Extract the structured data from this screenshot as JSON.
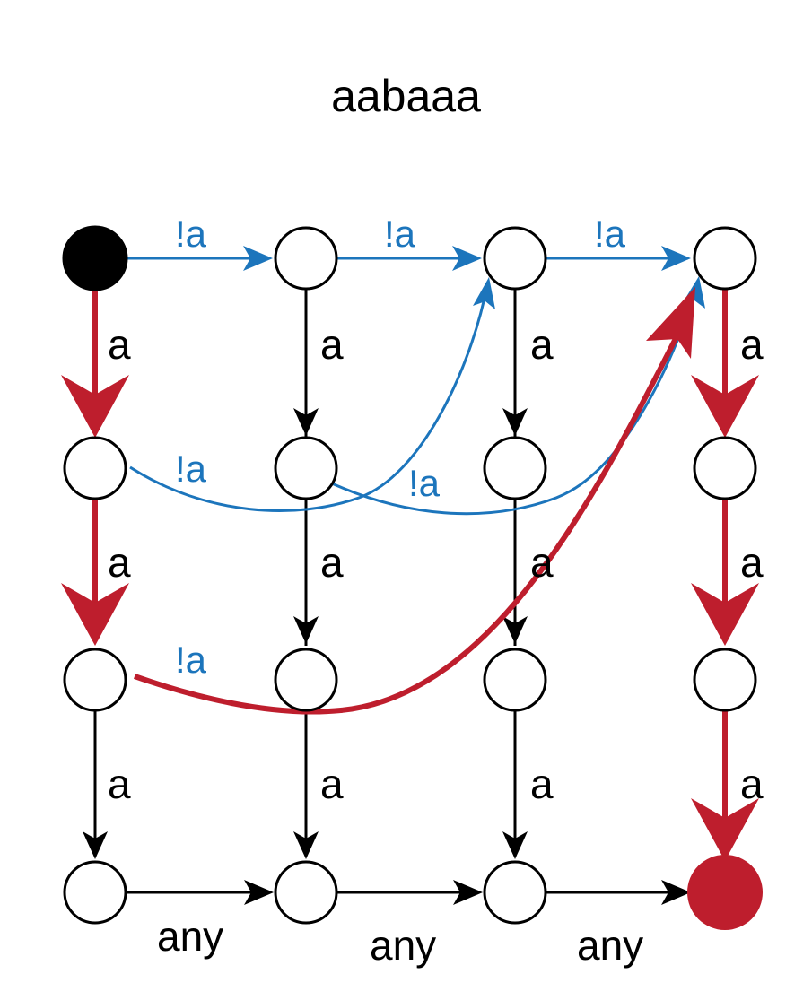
{
  "title": "aabaaa",
  "colors": {
    "black": "#000000",
    "blue": "#1c75bc",
    "red": "#be1e2d",
    "node_fill": "#ffffff",
    "start_fill": "#000000",
    "accept_fill": "#be1e2d"
  },
  "nodes": [
    {
      "id": "r0c0",
      "type": "start"
    },
    {
      "id": "r0c1",
      "type": "normal"
    },
    {
      "id": "r0c2",
      "type": "normal"
    },
    {
      "id": "r0c3",
      "type": "normal"
    },
    {
      "id": "r1c0",
      "type": "normal"
    },
    {
      "id": "r1c1",
      "type": "normal"
    },
    {
      "id": "r1c2",
      "type": "normal"
    },
    {
      "id": "r1c3",
      "type": "normal"
    },
    {
      "id": "r2c0",
      "type": "normal"
    },
    {
      "id": "r2c1",
      "type": "normal"
    },
    {
      "id": "r2c2",
      "type": "normal"
    },
    {
      "id": "r2c3",
      "type": "normal"
    },
    {
      "id": "r3c0",
      "type": "normal"
    },
    {
      "id": "r3c1",
      "type": "normal"
    },
    {
      "id": "r3c2",
      "type": "normal"
    },
    {
      "id": "r3c3",
      "type": "accept"
    }
  ],
  "edges": {
    "vertical_col0": [
      "a",
      "a",
      "a"
    ],
    "vertical_col1": [
      "a",
      "a",
      "a"
    ],
    "vertical_col2": [
      "a",
      "a",
      "a"
    ],
    "vertical_col3": [
      "a",
      "a",
      "a"
    ],
    "top_row": [
      "!a",
      "!a",
      "!a"
    ],
    "bottom_row": [
      "any",
      "any",
      "any"
    ],
    "curved": [
      "!a",
      "!a",
      "!a"
    ]
  }
}
